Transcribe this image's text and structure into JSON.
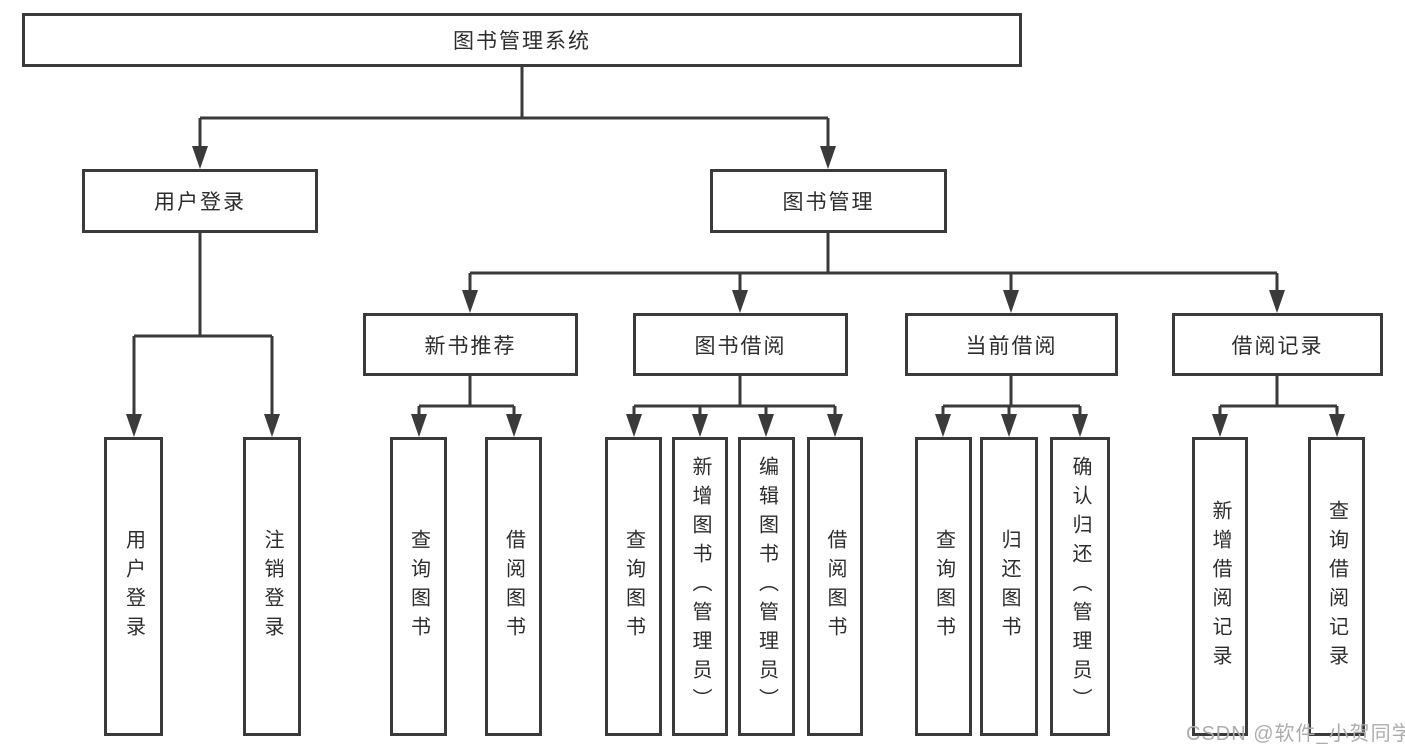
{
  "diagram_title": "图书管理系统",
  "tree": {
    "label": "图书管理系统",
    "children": [
      {
        "label": "用户登录",
        "children": [
          {
            "label": "用户登录"
          },
          {
            "label": "注销登录"
          }
        ]
      },
      {
        "label": "图书管理",
        "children": [
          {
            "label": "新书推荐",
            "children": [
              {
                "label": "查询图书"
              },
              {
                "label": "借阅图书"
              }
            ]
          },
          {
            "label": "图书借阅",
            "children": [
              {
                "label": "查询图书"
              },
              {
                "label": "新增图书（管理员）"
              },
              {
                "label": "编辑图书（管理员）"
              },
              {
                "label": "借阅图书"
              }
            ]
          },
          {
            "label": "当前借阅",
            "children": [
              {
                "label": "查询图书"
              },
              {
                "label": "归还图书"
              },
              {
                "label": "确认归还（管理员）"
              }
            ]
          },
          {
            "label": "借阅记录",
            "children": [
              {
                "label": "新增借阅记录"
              },
              {
                "label": "查询借阅记录"
              }
            ]
          }
        ]
      }
    ]
  },
  "watermark": "CSDN @软件_小贺同学",
  "colors": {
    "line": "#3a3a3a",
    "text": "#2d2d2d",
    "background": "#ffffff",
    "watermark": "#adadad"
  }
}
